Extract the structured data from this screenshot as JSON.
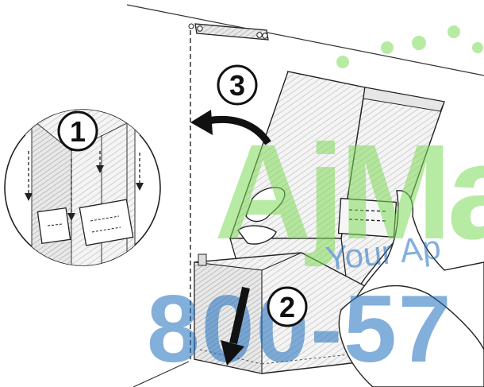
{
  "steps": [
    {
      "number": "1"
    },
    {
      "number": "2"
    },
    {
      "number": "3"
    }
  ],
  "watermark": {
    "logo_text": "AjMa",
    "tagline": "Your Ap",
    "phone": "800-57",
    "colors": {
      "green": "#7ed957",
      "blue": "#1f6fbf"
    }
  },
  "icons": [
    "step-1-badge",
    "step-2-badge",
    "step-3-badge",
    "curved-arrow-icon",
    "down-arrow-icon",
    "dashed-arrow-icon"
  ]
}
